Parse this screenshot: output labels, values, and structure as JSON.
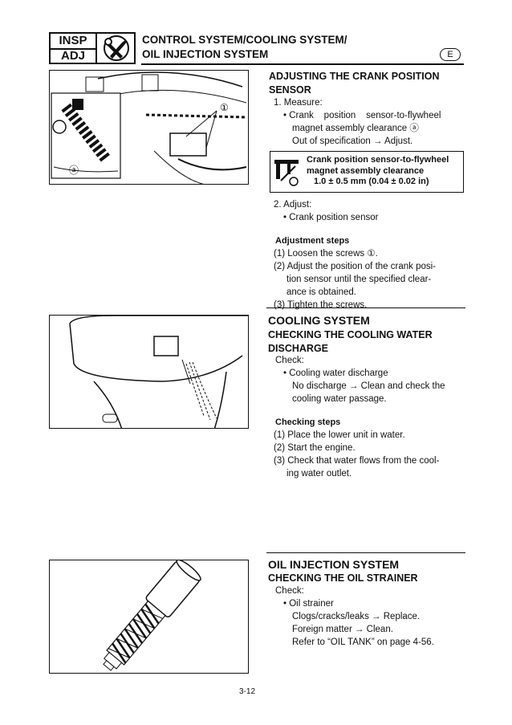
{
  "header": {
    "badge_top": "INSP",
    "badge_bottom": "ADJ",
    "title_line1": "CONTROL SYSTEM/COOLING SYSTEM/",
    "title_line2": "OIL INJECTION SYSTEM",
    "language": "E",
    "icon": "wrench-screwdriver-icon"
  },
  "section1": {
    "heading_line1": "ADJUSTING THE CRANK POSITION",
    "heading_line2": "SENSOR",
    "step1": "1. Measure:",
    "bullet1": "• Crank    position    sensor-to-flywheel",
    "bullet1_cont": "magnet assembly clearance ⓐ",
    "bullet1_oos": "Out of specification → Adjust.",
    "spec_line1": "Crank position sensor-to-flywheel",
    "spec_line2": "magnet assembly clearance",
    "spec_value": "1.0 ± 0.5 mm (0.04 ± 0.02 in)",
    "step2": "2. Adjust:",
    "bullet2": "• Crank position sensor",
    "steps_title": "Adjustment steps",
    "s1": "(1) Loosen the screws ①.",
    "s2": "(2) Adjust the position of the crank posi-",
    "s2b": "tion sensor until the specified clear-",
    "s2c": "ance is obtained.",
    "s3": "(3) Tighten the screws.",
    "fig_label_1": "①",
    "fig_label_a": "ⓐ"
  },
  "section2": {
    "heading": "COOLING SYSTEM",
    "sub1": "CHECKING THE COOLING WATER",
    "sub2": "DISCHARGE",
    "check": "Check:",
    "bullet": "• Cooling water discharge",
    "l1": "No discharge → Clean and check the",
    "l2": "cooling water passage.",
    "steps_title": "Checking steps",
    "s1": "(1) Place the lower unit in water.",
    "s2": "(2) Start the engine.",
    "s3": "(3) Check that water flows from the cool-",
    "s3b": "ing water outlet."
  },
  "section3": {
    "heading": "OIL INJECTION SYSTEM",
    "sub": "CHECKING THE OIL STRAINER",
    "check": "Check:",
    "bullet": "• Oil strainer",
    "l1": "Clogs/cracks/leaks → Replace.",
    "l2": "Foreign matter → Clean.",
    "l3": "Refer to “OIL TANK” on page 4-56."
  },
  "page_number": "3-12"
}
